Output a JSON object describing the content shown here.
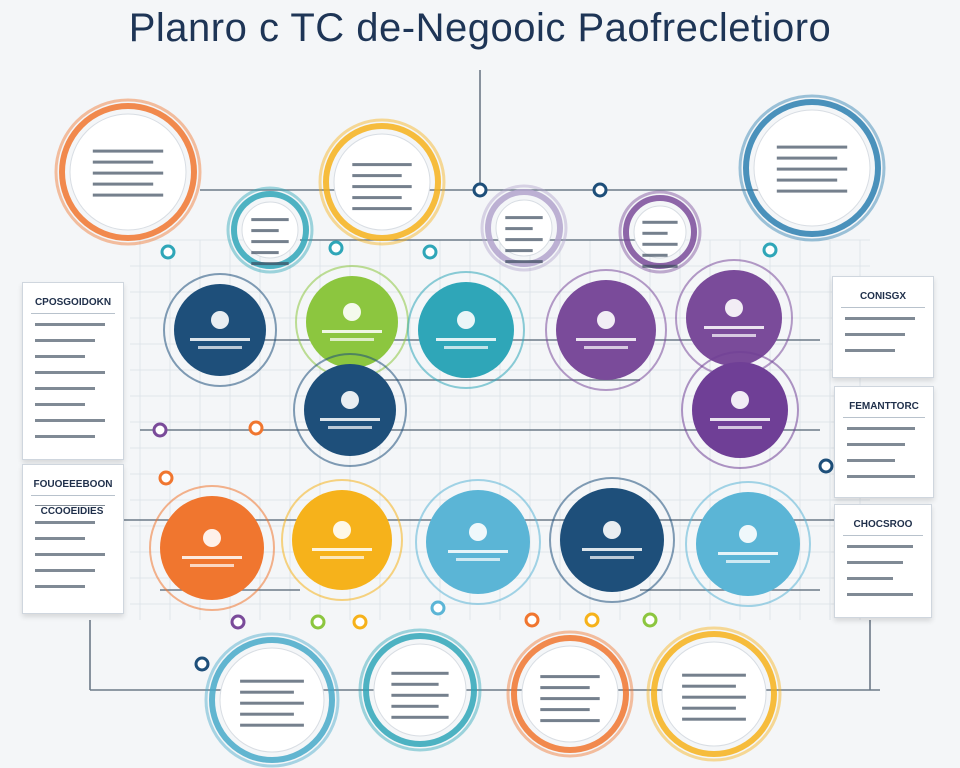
{
  "title": "Planro c TC de-Negooic Paofrecletioro",
  "left_panel_top_label": "CPOSGOIDOKN",
  "left_panel_bottom_label": "FOUOEEEBOON",
  "left_panel_inner_label": "CCOOEIDIES",
  "right_panel_top_label": "CONISGX",
  "right_panel_mid_label": "FEMANTTORC",
  "right_panel_bottom_label": "CHOCSROO",
  "colors": {
    "navy": "#1e4f7a",
    "teal": "#2fa6b8",
    "green": "#8cc63f",
    "orange": "#f0762f",
    "yellow": "#f6b21b",
    "purple": "#7a4b9a",
    "sky": "#5bb5d6",
    "lavender": "#b2a3cc"
  },
  "icons": [
    "person-icon",
    "person-icon",
    "hand-icon",
    "chat-icon",
    "gear-icon",
    "laptop-icon",
    "briefcase-icon",
    "clipboard-icon",
    "people-icon",
    "handshake-icon",
    "globe-icon",
    "document-icon"
  ]
}
